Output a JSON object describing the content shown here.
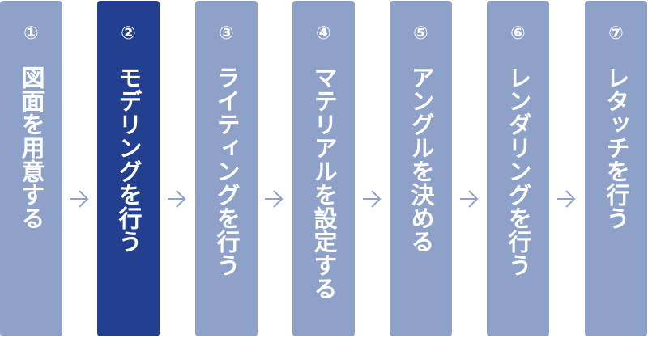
{
  "steps": [
    {
      "number": "①",
      "label": "図面を用意する"
    },
    {
      "number": "②",
      "label": "モデリングを行う"
    },
    {
      "number": "③",
      "label": "ライティングを行う"
    },
    {
      "number": "④",
      "label": "マテリアルを設定する"
    },
    {
      "number": "⑤",
      "label": "アングルを決める"
    },
    {
      "number": "⑥",
      "label": "レンダリングを行う"
    },
    {
      "number": "⑦",
      "label": "レタッチを行う"
    }
  ],
  "highlighted_step": 2,
  "colors": {
    "step": "#8ea2c9",
    "active_step": "#233f8f",
    "arrow": "#8ea2c9",
    "text": "#ffffff"
  }
}
